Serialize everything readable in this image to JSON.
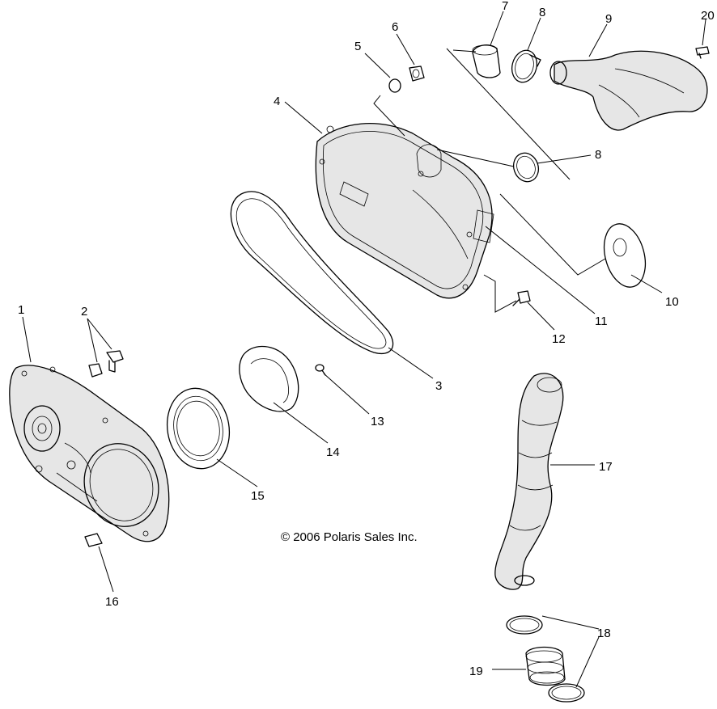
{
  "copyright": "© 2006 Polaris Sales Inc.",
  "callouts": {
    "c1": "1",
    "c2": "2",
    "c3": "3",
    "c4": "4",
    "c5": "5",
    "c6": "6",
    "c7": "7",
    "c8a": "8",
    "c8b": "8",
    "c9": "9",
    "c10": "10",
    "c11": "11",
    "c12": "12",
    "c13": "13",
    "c14": "14",
    "c15": "15",
    "c16": "16",
    "c17": "17",
    "c18": "18",
    "c19": "19",
    "c20": "20"
  }
}
